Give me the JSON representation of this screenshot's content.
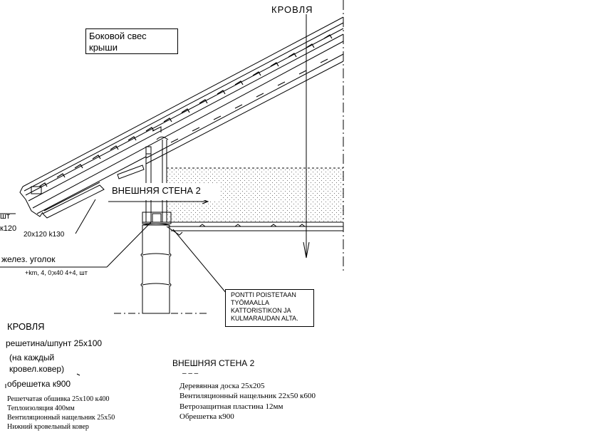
{
  "drawing": {
    "roof_top_label": "КРОВЛЯ",
    "side_overhang_label": [
      "Боковой свес",
      "крыши"
    ],
    "outer_wall_label": "ВНЕШНЯЯ СТЕНА 2",
    "left_edge_labels": [
      "шт",
      "к120"
    ],
    "batten_label": "20х120 k130",
    "angle_label": "желез. уголок",
    "angle_dims": "+km, 4, 0;к40 4+4, шт",
    "note_box": [
      "PONTTI POISTETAAN",
      "TYÖMAALLA",
      "KATTORISTIKON JA",
      "KULMARAUDAN ALTA."
    ],
    "colors": {
      "line": "#000000",
      "background": "#ffffff"
    }
  },
  "legend_roof": {
    "title": "КРОВЛЯ",
    "items": [
      "решетина/шпунт 25х100",
      "(на каждый",
      "кровел.ковер)",
      "обрешетка к900"
    ],
    "spec": [
      "Решетчатая обшивка 25х100 к400",
      "Теплоизоляция 400мм",
      "Вентиляционный нащельник 25х50",
      "Нижний кровельный ковер"
    ]
  },
  "legend_wall": {
    "title": "ВНЕШНЯЯ СТЕНА 2",
    "dashes": "– – –",
    "spec": [
      "Деревянная доска 25х205",
      "Вентиляционный нащельник 22х50 к600",
      "Ветрозащитная пластина 12мм",
      "Обрешетка к900"
    ]
  }
}
